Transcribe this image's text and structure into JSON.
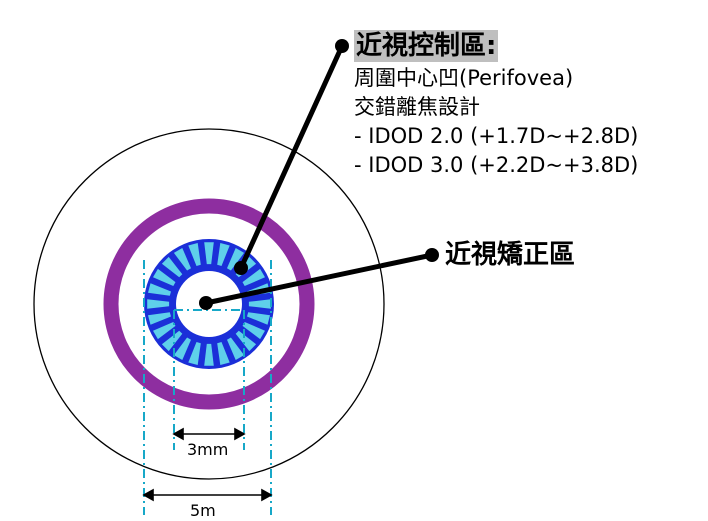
{
  "control_zone": {
    "title": "近視控制區:",
    "lines": [
      "周圍中心凹(Perifovea)",
      "交錯離焦設計",
      "- IDOD 2.0 (+1.7D~+2.8D)",
      "- IDOD 3.0 (+2.2D~+3.8D)"
    ]
  },
  "correction_zone": {
    "title": "近視矯正區"
  },
  "dimensions": {
    "inner": "3mm",
    "outer": "5m"
  },
  "colors": {
    "ring_purple": "#8e2ea0",
    "zone_blue": "#1b2fd8",
    "segment_cyan": "#5fd0ea",
    "line_black": "#000000",
    "dash_cyan": "#17a8c8",
    "highlight_gray": "#bfbfbf"
  }
}
